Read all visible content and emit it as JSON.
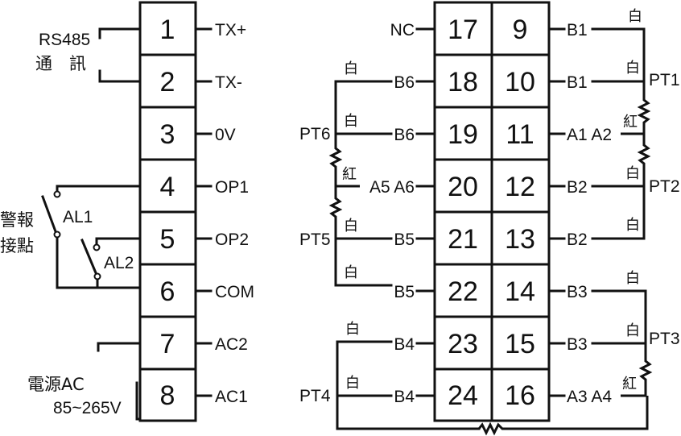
{
  "left_block": {
    "terminals": [
      "1",
      "2",
      "3",
      "4",
      "5",
      "6",
      "7",
      "8"
    ],
    "signals": [
      "TX+",
      "TX-",
      "0V",
      "OP1",
      "OP2",
      "COM",
      "AC2",
      "AC1"
    ],
    "rs485_line1": "RS485",
    "rs485_line2": "通　訊",
    "alarm_line1": "警報",
    "alarm_line2": "接點",
    "al1": "AL1",
    "al2": "AL2",
    "power_line1": "電源AC",
    "power_line2": "85~265V"
  },
  "right_block": {
    "left_column": [
      "17",
      "18",
      "19",
      "20",
      "21",
      "22",
      "23",
      "24"
    ],
    "right_column": [
      "9",
      "10",
      "11",
      "12",
      "13",
      "14",
      "15",
      "16"
    ],
    "left_signals": [
      "NC",
      "B6",
      "B6",
      "A5 A6",
      "B5",
      "B5",
      "B4",
      "B4"
    ],
    "right_signals": [
      "B1",
      "B1",
      "A1 A2",
      "B2",
      "B2",
      "B3",
      "B3",
      "A3 A4"
    ],
    "sensors": {
      "pt1": "PT1",
      "pt2": "PT2",
      "pt3": "PT3",
      "pt4": "PT4",
      "pt5": "PT5",
      "pt6": "PT6"
    },
    "white": "白",
    "red": "紅"
  }
}
